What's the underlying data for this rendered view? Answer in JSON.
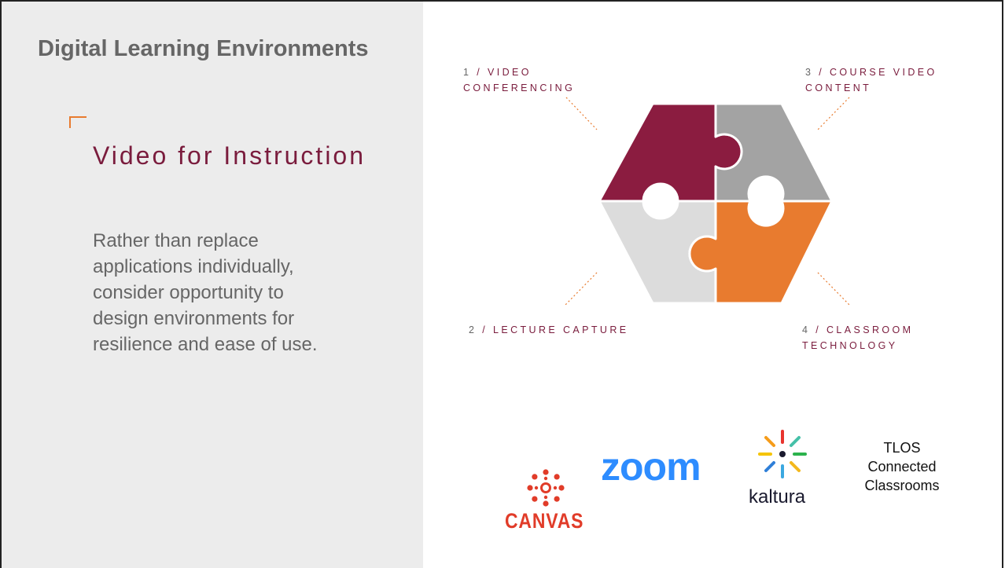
{
  "slide": {
    "title": "Digital Learning Environments",
    "subtitle": "Video for Instruction",
    "body": "Rather than replace applications individually, consider opportunity to design environments for resilience and ease of use."
  },
  "labels": [
    {
      "num": "1",
      "line1": "/ VIDEO",
      "line2": "CONFERENCING"
    },
    {
      "num": "2",
      "line1": "/ LECTURE CAPTURE",
      "line2": ""
    },
    {
      "num": "3",
      "line1": "/ COURSE VIDEO",
      "line2": "CONTENT"
    },
    {
      "num": "4",
      "line1": "/ CLASSROOM",
      "line2": "TECHNOLOGY"
    }
  ],
  "logos": {
    "canvas": "CANVAS",
    "zoom": "zoom",
    "kaltura": "kaltura",
    "tlos": [
      "TLOS",
      "Connected",
      "Classrooms"
    ]
  },
  "colors": {
    "maroon": "#8b1c40",
    "dark_gray_piece": "#a3a3a3",
    "light_gray_piece": "#dcdcdc",
    "orange": "#e87b2f",
    "left_panel": "#ececec"
  }
}
